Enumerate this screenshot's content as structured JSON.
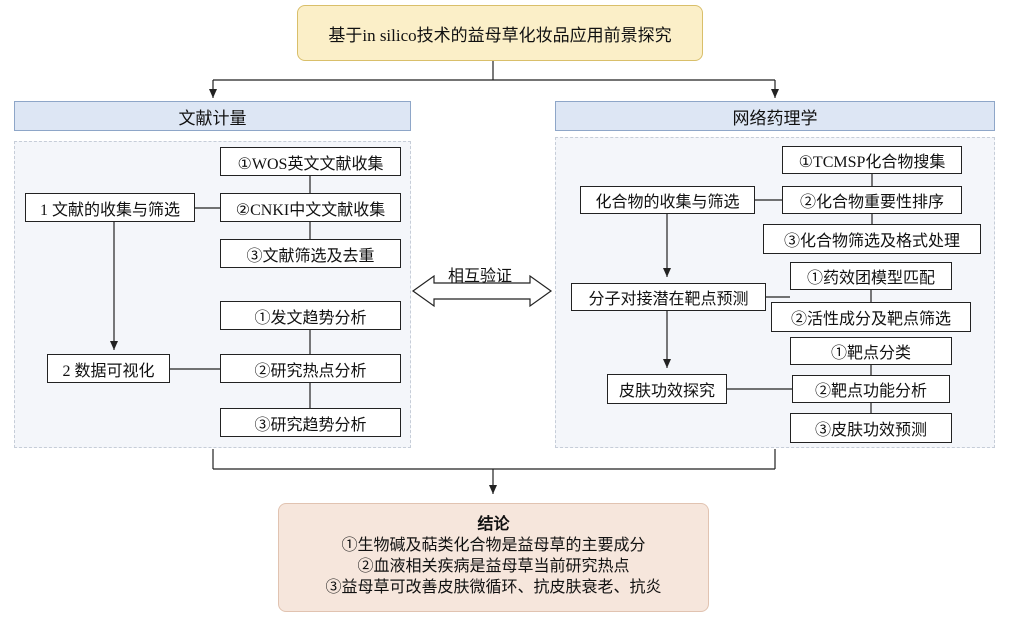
{
  "title": "基于in silico技术的益母草化妆品应用前景探究",
  "left": {
    "header": "文献计量",
    "group1": {
      "label": "1 文献的收集与筛选",
      "items": [
        "①WOS英文文献收集",
        "②CNKI中文文献收集",
        "③文献筛选及去重"
      ]
    },
    "group2": {
      "label": "2 数据可视化",
      "items": [
        "①发文趋势分析",
        "②研究热点分析",
        "③研究趋势分析"
      ]
    }
  },
  "right": {
    "header": "网络药理学",
    "group1": {
      "label": "化合物的收集与筛选",
      "items": [
        "①TCMSP化合物搜集",
        "②化合物重要性排序",
        "③化合物筛选及格式处理"
      ]
    },
    "group2": {
      "label": "分子对接潜在靶点预测",
      "items": [
        "①药效团模型匹配",
        "②活性成分及靶点筛选"
      ]
    },
    "group3": {
      "label": "皮肤功效探究",
      "items": [
        "①靶点分类",
        "②靶点功能分析",
        "③皮肤功效预测"
      ]
    }
  },
  "mutual_label": "相互验证",
  "conclusion": {
    "title": "结论",
    "lines": [
      "①生物碱及萜类化合物是益母草的主要成分",
      "②血液相关疾病是益母草当前研究热点",
      "③益母草可改善皮肤微循环、抗皮肤衰老、抗炎"
    ]
  }
}
